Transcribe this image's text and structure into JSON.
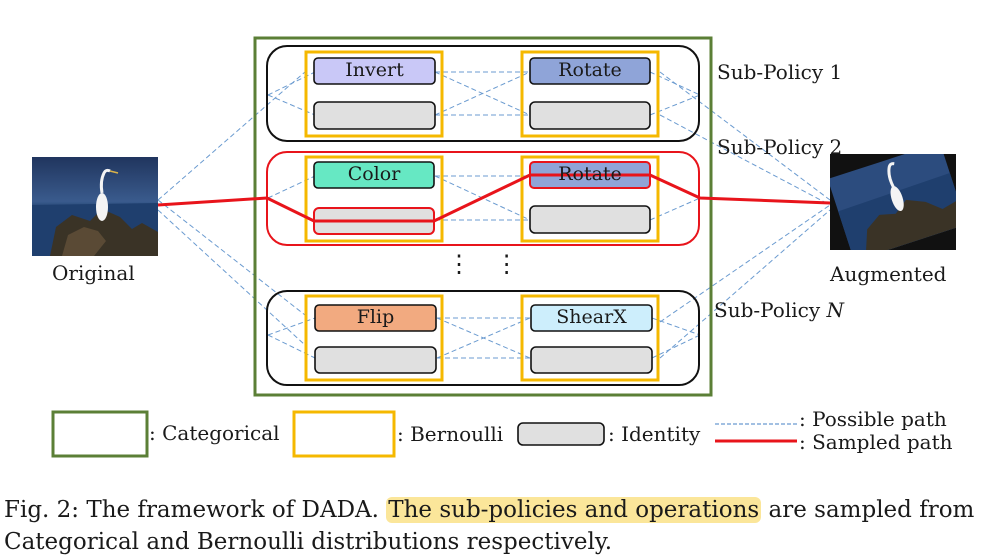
{
  "figure": {
    "input_label": "Original",
    "output_label": "Augmented",
    "sub_policies": [
      {
        "label": "Sub-Policy 1",
        "ops": [
          "Invert",
          "Rotate"
        ]
      },
      {
        "label": "Sub-Policy 2",
        "ops": [
          "Color",
          "Rotate"
        ]
      },
      {
        "label_prefix": "Sub-Policy ",
        "label_var": "N",
        "ops": [
          "Flip",
          "ShearX"
        ]
      }
    ],
    "ellipsis": "⋮ ⋮"
  },
  "legend": {
    "categorical": ": Categorical",
    "bernoulli": ": Bernoulli",
    "identity": ": Identity",
    "possible_path": ": Possible path",
    "sampled_path": ": Sampled path"
  },
  "caption": {
    "prefix": "Fig. 2: The framework of DADA. ",
    "highlight": "The sub-policies and operations",
    "rest": " are sampled from Categorical and Bernoulli distributions respectively."
  },
  "colors": {
    "categorical_green": "#5b7f36",
    "bernoulli_yellow": "#f5b800",
    "sampled_red": "#e8141b",
    "possible_blue": "#6b9bd0",
    "identity_gray": "#e0e0e0",
    "op_invert": "#c9c8f7",
    "op_rotate": "#8fa4d8",
    "op_color": "#66e8c3",
    "op_flip": "#f2aa80",
    "op_shearx": "#cdeefc",
    "highlight": "#fbe69a"
  }
}
